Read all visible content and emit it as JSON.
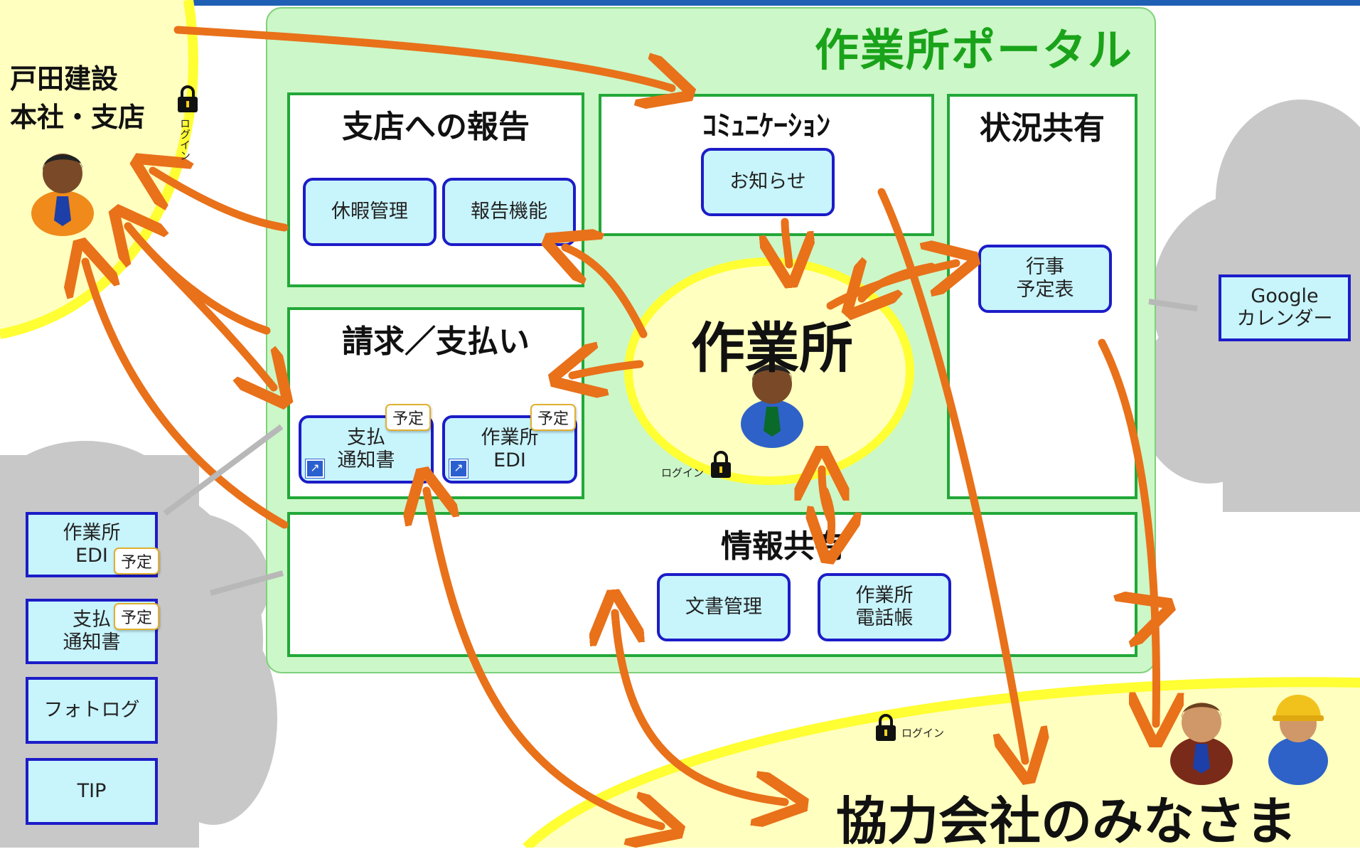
{
  "colors": {
    "accent_green": "#1aa31a",
    "arrow_orange": "#e8711a",
    "button_border": "#1c1cc8",
    "button_fill": "#c8f4fb",
    "panel_border": "#22a838",
    "yellow": "#ffff33"
  },
  "portal": {
    "title": "作業所ポータル"
  },
  "toda": {
    "line1": "戸田建設",
    "line2": "本社・支店",
    "login": "ログイン"
  },
  "panels": {
    "report": {
      "title": "支店への報告",
      "btn1": "休暇管理",
      "btn2": "報告機能"
    },
    "communication": {
      "title": "ｺﾐｭﾆｹｰｼｮﾝ",
      "btn1": "お知らせ"
    },
    "status": {
      "title": "状況共有",
      "btn1_l1": "行事",
      "btn1_l2": "予定表"
    },
    "billing": {
      "title": "請求／支払い",
      "btn1_l1": "支払",
      "btn1_l2": "通知書",
      "btn2_l1": "作業所",
      "btn2_l2": "EDI",
      "badge": "予定"
    },
    "info": {
      "title": "情報共有",
      "btn1": "文書管理",
      "btn2_l1": "作業所",
      "btn2_l2": "電話帳"
    }
  },
  "site": {
    "label": "作業所",
    "login": "ログイン"
  },
  "google": {
    "line1": "Google",
    "line2": "カレンダー"
  },
  "left_items": {
    "edi_l1": "作業所",
    "edi_l2": "EDI",
    "pay_l1": "支払",
    "pay_l2": "通知書",
    "photo": "フォトログ",
    "tip": "TIP",
    "badge": "予定"
  },
  "partners": {
    "label": "協力会社のみなさま",
    "login": "ログイン"
  }
}
